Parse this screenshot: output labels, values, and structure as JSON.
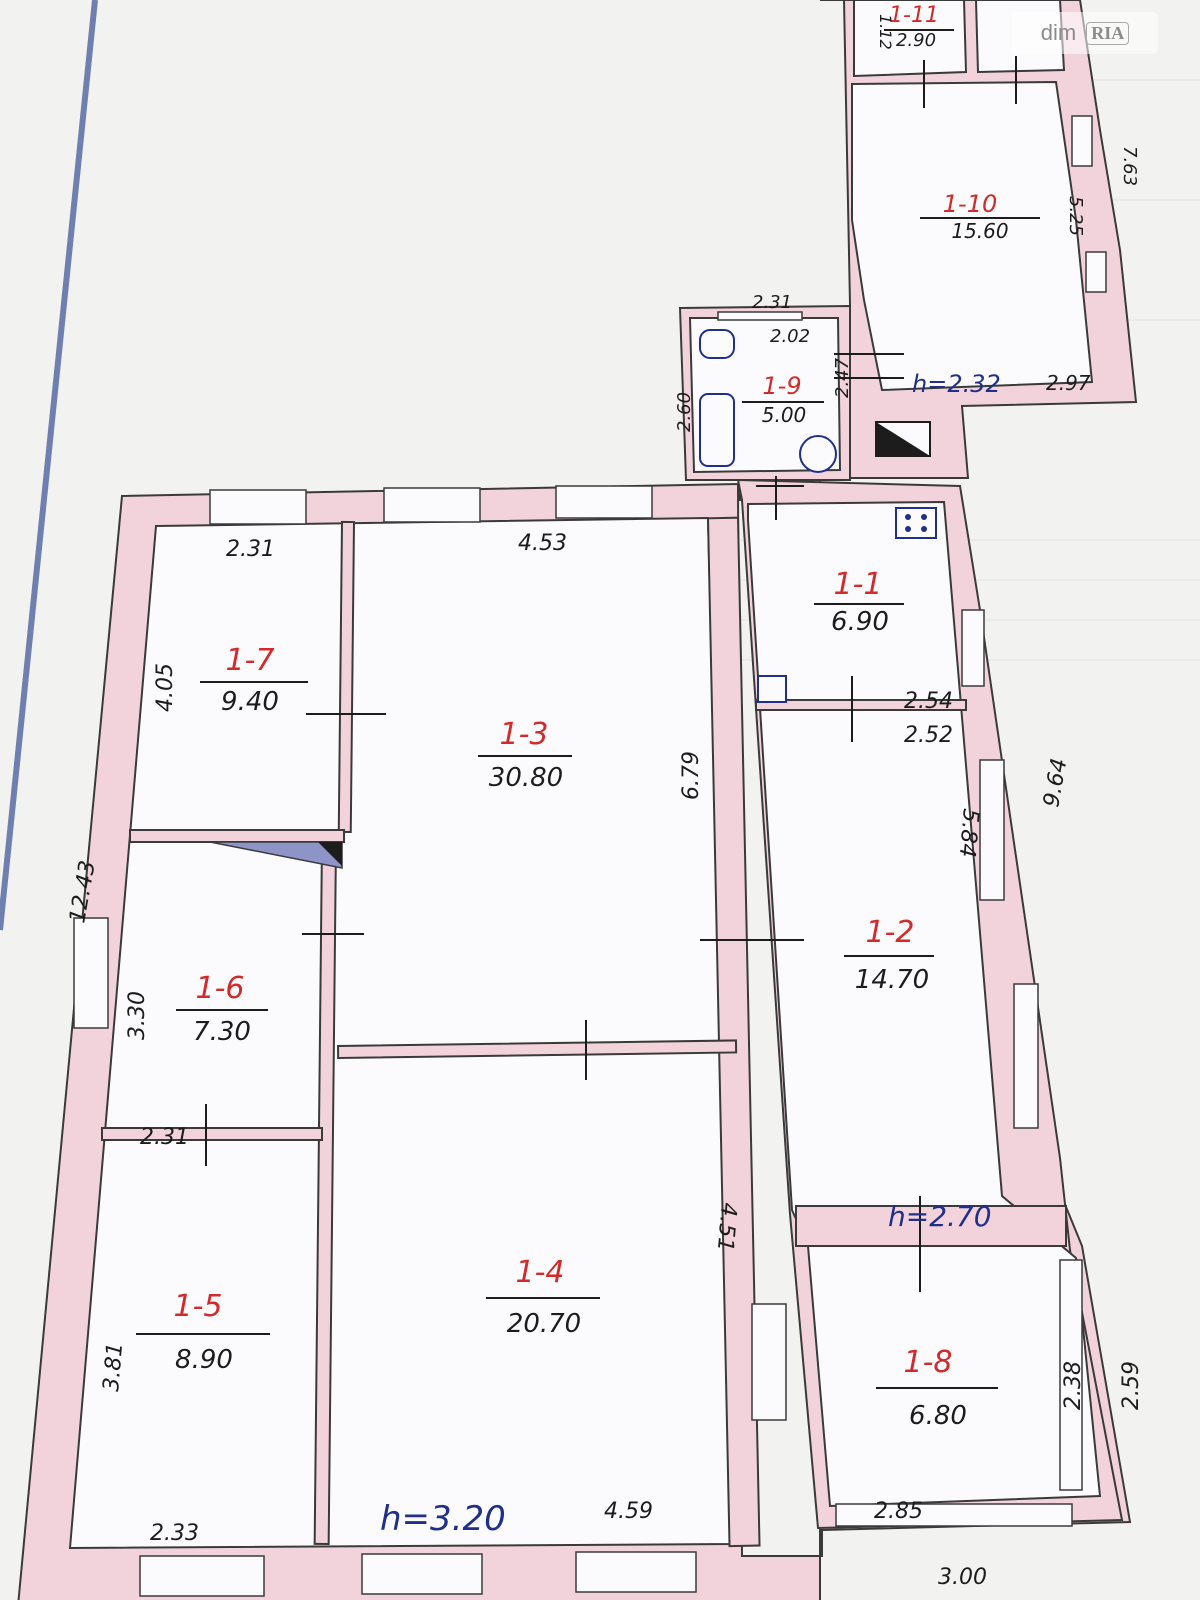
{
  "watermark": {
    "brand": "dim",
    "brand2": "RIA"
  },
  "rooms": [
    {
      "id": "1-1",
      "area": "6.90"
    },
    {
      "id": "1-2",
      "area": "14.70"
    },
    {
      "id": "1-3",
      "area": "30.80"
    },
    {
      "id": "1-4",
      "area": "20.70"
    },
    {
      "id": "1-5",
      "area": "8.90"
    },
    {
      "id": "1-6",
      "area": "7.30"
    },
    {
      "id": "1-7",
      "area": "9.40"
    },
    {
      "id": "1-8",
      "area": "6.80"
    },
    {
      "id": "1-9",
      "area": "5.00"
    },
    {
      "id": "1-10",
      "area": "15.60"
    },
    {
      "id": "1-11",
      "area": "2.90"
    }
  ],
  "heights": [
    "h=2.32",
    "h=2.70",
    "h=3.20"
  ],
  "dimensions": {
    "d_2_31_top": "2.31",
    "d_4_53": "4.53",
    "d_4_05": "4.05",
    "d_6_79": "6.79",
    "d_12_43": "12.43",
    "d_3_30": "3.30",
    "d_2_31_mid": "2.31",
    "d_3_81": "3.81",
    "d_2_33": "2.33",
    "d_4_59": "4.59",
    "d_4_51": "4.51",
    "d_2_54": "2.54",
    "d_2_52": "2.52",
    "d_5_84": "5.84",
    "d_9_64": "9.64",
    "d_2_38": "2.38",
    "d_2_59": "2.59",
    "d_2_85": "2.85",
    "d_3_00": "3.00",
    "d_2_31_wc": "2.31",
    "d_2_02": "2.02",
    "d_2_47": "2.47",
    "d_2_60": "2.60",
    "d_2_97": "2.97",
    "d_5_25": "5.25",
    "d_7_63": "7.63",
    "d_1_12": "1.12"
  }
}
